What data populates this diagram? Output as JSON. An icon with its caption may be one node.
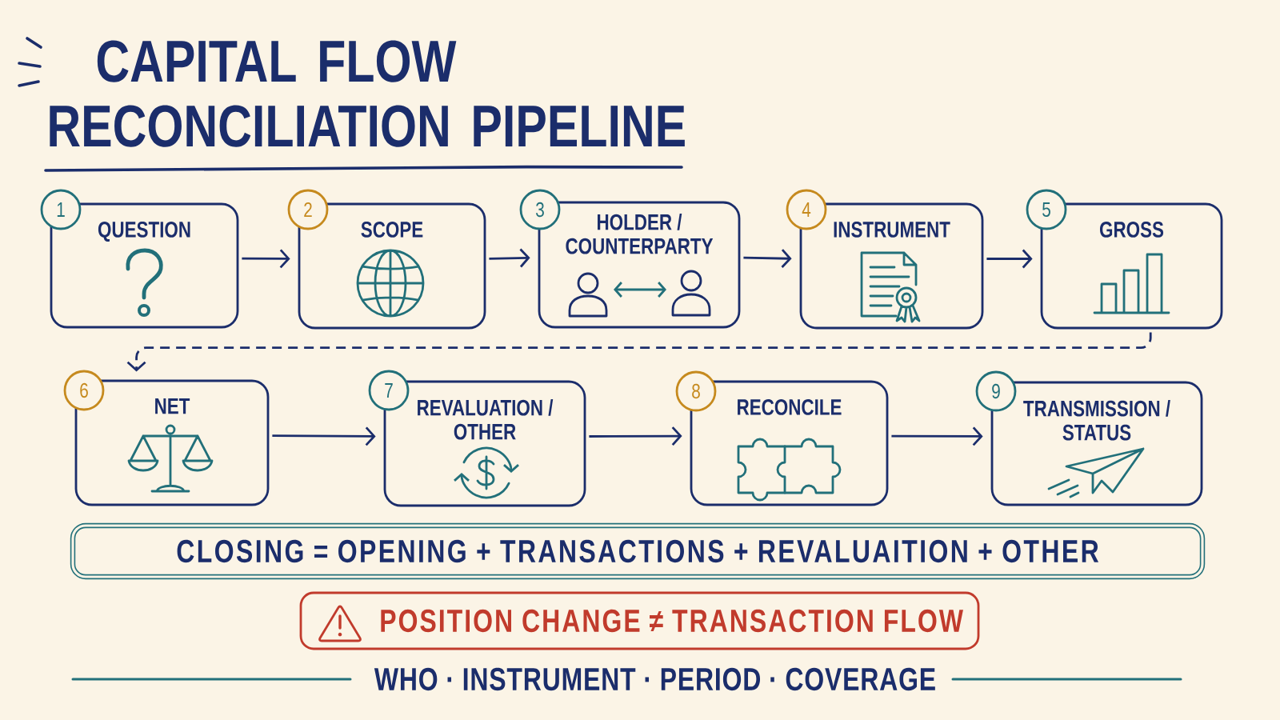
{
  "diagram": {
    "title": "CAPITAL FLOW RECONCILIATION PIPELINE",
    "nodes": [
      {
        "text": [
          "1",
          "QUESTION"
        ]
      },
      {
        "text": [
          "2",
          "SCOPE"
        ]
      },
      {
        "text": [
          "3",
          "HOLDER / COUNTERPARTY"
        ]
      },
      {
        "text": [
          "4",
          "INSTRUMENT"
        ]
      },
      {
        "text": [
          "5",
          "GROSS"
        ]
      },
      {
        "text": [
          "6",
          "NET"
        ]
      },
      {
        "text": [
          "7",
          "REVALUATION / OTHER"
        ]
      },
      {
        "text": [
          "8",
          "RECONCILE"
        ]
      },
      {
        "text": [
          "9",
          "TRANSMISSION / STATUS"
        ]
      },
      {
        "text": [
          "CLOSING = OPENING + TRANSACTIONS + REVALUAITION + OTHER"
        ]
      },
      {
        "text": [
          "POSITION CHANGE ≠ TRANSACTION FLOW"
        ]
      }
    ],
    "edges": [
      {
        "from": 0,
        "to": 1,
        "arrow": "to"
      },
      {
        "from": 1,
        "to": 2,
        "arrow": "to"
      },
      {
        "from": 2,
        "to": 3,
        "arrow": "to"
      },
      {
        "from": 3,
        "to": 4,
        "arrow": "to"
      },
      {
        "from": 4,
        "to": 5,
        "arrow": "to",
        "style": "dashed"
      },
      {
        "from": 5,
        "to": 6,
        "arrow": "to"
      },
      {
        "from": 6,
        "to": 7,
        "arrow": "to"
      },
      {
        "from": 7,
        "to": 8,
        "arrow": "to"
      }
    ],
    "labels": [
      "WHO · INSTRUMENT · PERIOD · COVERAGE"
    ]
  }
}
